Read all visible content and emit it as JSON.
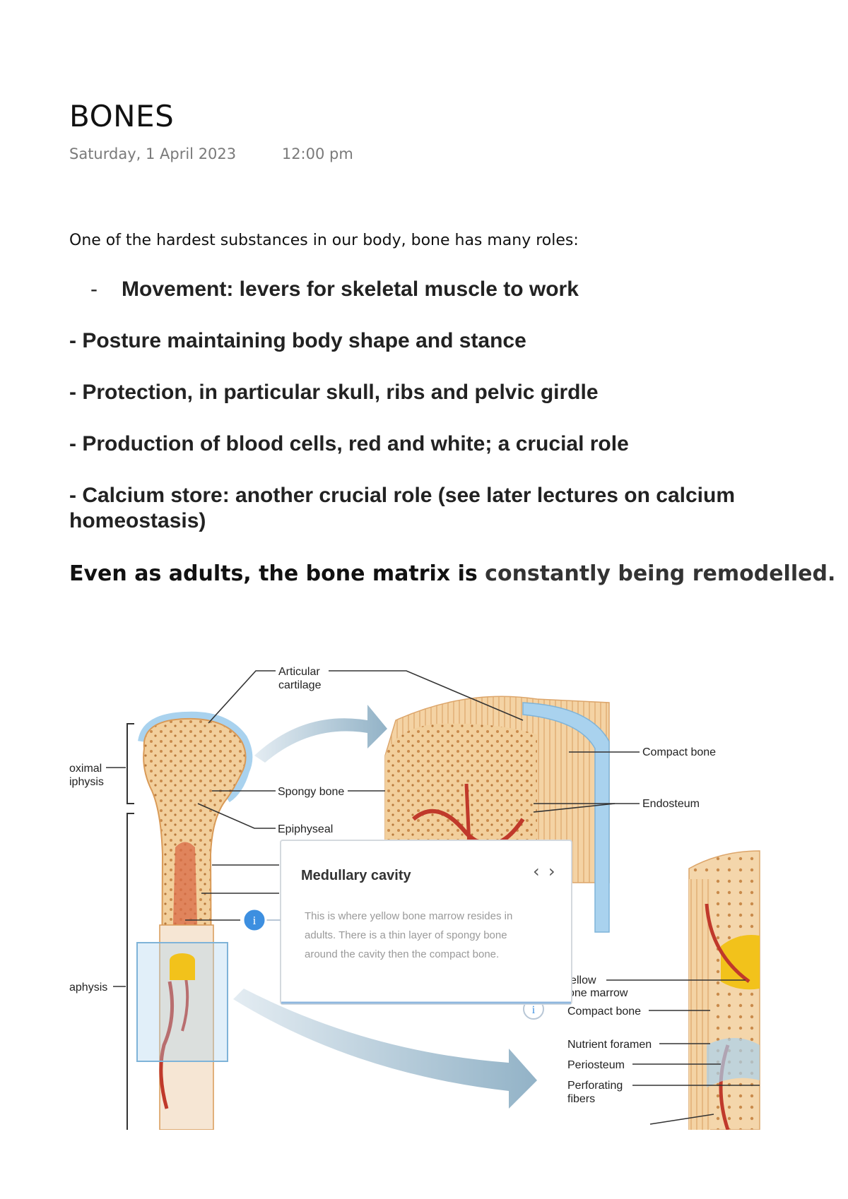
{
  "note": {
    "title": "BONES",
    "date": "Saturday, 1 April 2023",
    "time": "12:00 pm"
  },
  "intro": "One of the hardest substances in our body, bone has many roles:",
  "roles": [
    {
      "dash": "-",
      "text": "Movement: levers for skeletal muscle to work"
    },
    {
      "text": "- Posture maintaining body shape and stance"
    },
    {
      "text": "- Protection, in particular skull, ribs and pelvic girdle"
    },
    {
      "text": "- Production of blood cells, red and white; a crucial role"
    },
    {
      "line1": "- Calcium store: another crucial role (see later lectures on calcium",
      "line2": "homeostasis)"
    }
  ],
  "closing": {
    "part1": "Even as adults, the bone matrix is ",
    "part2": "constantly being remodelled."
  },
  "diagram": {
    "labels": {
      "articular_1": "Articular",
      "articular_2": "cartilage",
      "proximal_1": "oximal",
      "proximal_2": "iphysis",
      "spongy": "Spongy bone",
      "epiphyseal": "Epiphyseal",
      "diaphysis": "aphysis",
      "compact_top": "Compact bone",
      "endosteum": "Endosteum",
      "yellow_1": "'ellow",
      "yellow_2": "one marrow",
      "compact_bottom": "Compact bone",
      "nutrient": "Nutrient foramen",
      "periosteum": "Periosteum",
      "perforating_1": "Perforating",
      "perforating_2": "fibers"
    },
    "tooltip": {
      "title": "Medullary cavity",
      "prev": "‹",
      "next": "›",
      "line1": "This is where yellow bone marrow resides in",
      "line2": "adults. There is a thin layer of spongy bone",
      "line3": "around the cavity then the compact bone."
    },
    "info_glyph": "i"
  },
  "colors": {
    "bone": "#f1c58e",
    "bone_dark": "#d99a57",
    "cartilage": "#a9d2ee",
    "vessel": "#c0392b",
    "marrow": "#f2c21b",
    "info": "#3d8fe0"
  }
}
